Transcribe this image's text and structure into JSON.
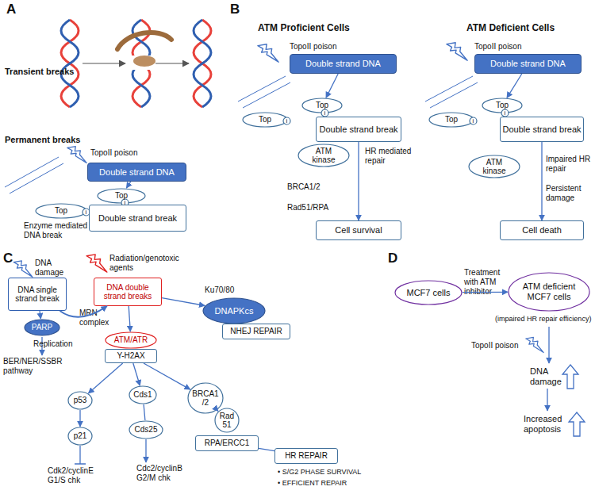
{
  "diagram": {
    "nodes": [
      {
        "text": [
          "Double strand DNA"
        ]
      },
      {
        "text": [
          "Top"
        ]
      },
      {
        "text": [
          "i"
        ]
      },
      {
        "text": [
          "Top"
        ]
      },
      {
        "text": [
          "i"
        ]
      },
      {
        "text": [
          "Double strand break"
        ]
      },
      {
        "text": [
          "Double strand DNA"
        ]
      },
      {
        "text": [
          "Top"
        ]
      },
      {
        "text": [
          "i"
        ]
      },
      {
        "text": [
          "Top"
        ]
      },
      {
        "text": [
          "i"
        ]
      },
      {
        "text": [
          "Double strand break"
        ]
      },
      {
        "text": [
          "ATM kinase"
        ]
      },
      {
        "text": [
          "Cell survival"
        ]
      },
      {
        "text": [
          "Double strand DNA"
        ]
      },
      {
        "text": [
          "Top"
        ]
      },
      {
        "text": [
          "i"
        ]
      },
      {
        "text": [
          "Top"
        ]
      },
      {
        "text": [
          "i"
        ]
      },
      {
        "text": [
          "Double strand break"
        ]
      },
      {
        "text": [
          "ATM kinase"
        ]
      },
      {
        "text": [
          "Cell death"
        ]
      },
      {
        "text": [
          "DNA single strand break"
        ]
      },
      {
        "text": [
          "DNA double strand breaks"
        ]
      },
      {
        "text": [
          "PARP"
        ]
      },
      {
        "text": [
          "DNAPKcs"
        ]
      },
      {
        "text": [
          "NHEJ REPAIR"
        ]
      },
      {
        "text": [
          "ATM/ATR"
        ]
      },
      {
        "text": [
          "Y-H2AX"
        ]
      },
      {
        "text": [
          "p53"
        ]
      },
      {
        "text": [
          "p21"
        ]
      },
      {
        "text": [
          "Cds1"
        ]
      },
      {
        "text": [
          "Cds25"
        ]
      },
      {
        "text": [
          "BRCA1 /2"
        ]
      },
      {
        "text": [
          "Rad 51"
        ]
      },
      {
        "text": [
          "RPA/ERCC1"
        ]
      },
      {
        "text": [
          "HR REPAIR"
        ]
      },
      {
        "text": [
          "MCF7 cells"
        ]
      },
      {
        "text": [
          "ATM deficient MCF7 cells"
        ]
      }
    ],
    "edges": [
      {
        "from": 0,
        "to": 1,
        "arrow": "to"
      },
      {
        "from": 6,
        "to": 7,
        "arrow": "to"
      },
      {
        "from": 11,
        "to": 13,
        "arrow": "to"
      },
      {
        "from": 14,
        "to": 15,
        "arrow": "to"
      },
      {
        "from": 19,
        "to": 21,
        "arrow": "to"
      },
      {
        "from": 22,
        "to": 24,
        "arrow": "to"
      },
      {
        "from": 22,
        "to": 23,
        "label": "Replication",
        "arrow": "to"
      },
      {
        "from": 23,
        "to": 25,
        "label": "Ku70/80",
        "arrow": "to"
      },
      {
        "from": 23,
        "to": 27,
        "label": "MRN complex",
        "arrow": "to"
      },
      {
        "from": 28,
        "to": 29,
        "arrow": "to"
      },
      {
        "from": 29,
        "to": 30,
        "arrow": "to"
      },
      {
        "from": 28,
        "to": 31,
        "arrow": "to"
      },
      {
        "from": 31,
        "to": 32,
        "arrow": "none"
      },
      {
        "from": 28,
        "to": 33,
        "arrow": "to"
      },
      {
        "from": 33,
        "to": 34,
        "arrow": "to"
      },
      {
        "from": 35,
        "to": 36,
        "arrow": "none"
      },
      {
        "from": 37,
        "to": 38,
        "label": "Treatment with ATM inhibitor",
        "arrow": "to"
      }
    ],
    "labels": [
      "A",
      "Transient breaks",
      "Permanent breaks",
      "TopoII poison",
      "Enzyme mediated DNA break",
      "B",
      "ATM Proficient Cells",
      "ATM Deficient Cells",
      "TopoII poison",
      "HR mediated repair",
      "BRCA1/2",
      "Rad51/RPA",
      "TopoII poison",
      "Impaired HR repair",
      "Persistent damage",
      "C",
      "DNA damage",
      "Radiation/genotoxic agents",
      "BER/NER/SSBR pathway",
      "Cdk2/cyclinE G1/S chk",
      "Cdc2/cyclinB G2/M chk",
      "• S/G2 PHASE SURVIVAL",
      "• EFFICIENT REPAIR",
      "D",
      "(impaired HR repair efficiency)",
      "TopoII poison",
      "DNA damage",
      "Increased apoptosis"
    ]
  }
}
